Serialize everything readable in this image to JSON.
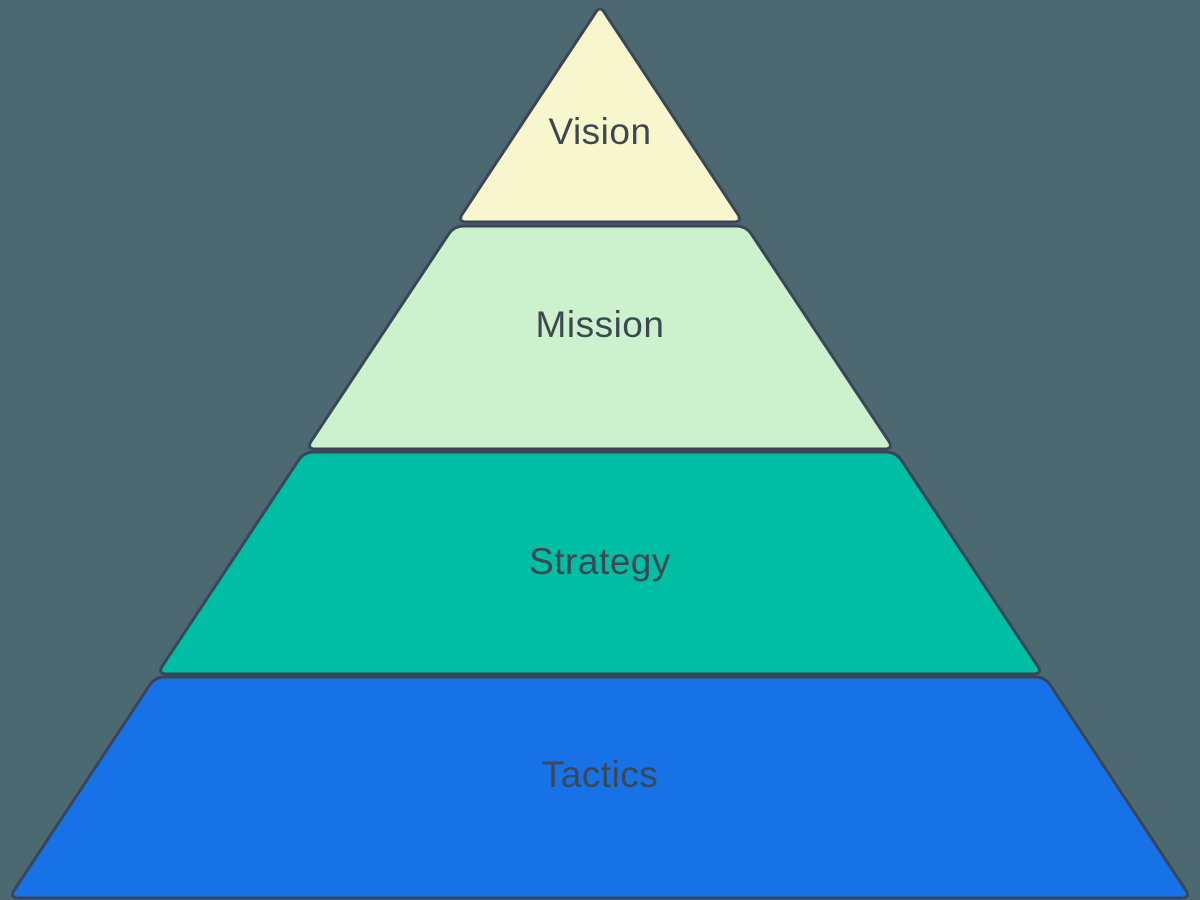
{
  "diagram": {
    "type": "pyramid",
    "layers": [
      {
        "label": "Vision",
        "fill": "#F7F6CD"
      },
      {
        "label": "Mission",
        "fill": "#CBF1CD"
      },
      {
        "label": "Strategy",
        "fill": "#00BEA4"
      },
      {
        "label": "Tactics",
        "fill": "#1672E6"
      }
    ]
  },
  "colors": {
    "background": "#4C6972",
    "stroke": "#3A4657",
    "text": "#3D4852"
  }
}
